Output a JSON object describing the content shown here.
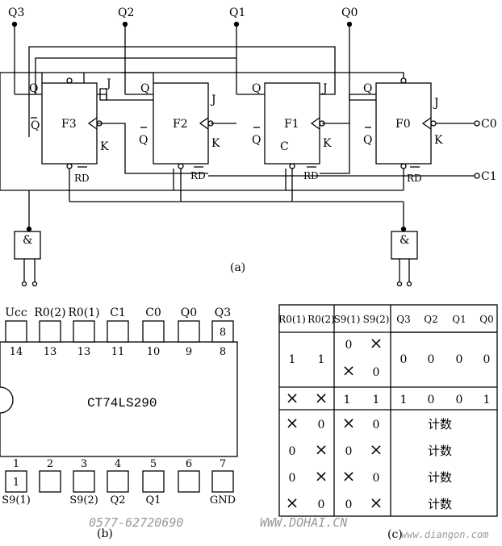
{
  "figure_a": {
    "caption": "(a)",
    "outputs": [
      "Q3",
      "Q2",
      "Q1",
      "Q0"
    ],
    "flipflops": [
      {
        "name": "F3",
        "q": "Q",
        "qbar": "Q",
        "j": "J",
        "k": "K",
        "rd": "RD"
      },
      {
        "name": "F2",
        "q": "Q",
        "qbar": "Q",
        "j": "J",
        "k": "K",
        "rd": "RD"
      },
      {
        "name": "F1",
        "q": "Q",
        "qbar": "Q",
        "j": "J",
        "k": "K",
        "rd": "RD",
        "c": "C"
      },
      {
        "name": "F0",
        "q": "Q",
        "qbar": "Q",
        "j": "J",
        "k": "K",
        "rd": "RD"
      }
    ],
    "clock_inputs": [
      "C0",
      "C1"
    ],
    "gate_label": "&"
  },
  "figure_b": {
    "caption": "(b)",
    "chip_name": "CT74LS290",
    "top_pins": [
      {
        "num": "14",
        "label": "Ucc"
      },
      {
        "num": "13",
        "label": "R0(2)"
      },
      {
        "num": "13",
        "label": "R0(1)"
      },
      {
        "num": "11",
        "label": "C1"
      },
      {
        "num": "10",
        "label": "C0"
      },
      {
        "num": "9",
        "label": "Q0"
      },
      {
        "num": "8",
        "label": "Q3",
        "box": "8"
      }
    ],
    "bottom_pins": [
      {
        "num": "1",
        "label": "S9(1)",
        "box": "1"
      },
      {
        "num": "2",
        "label": ""
      },
      {
        "num": "3",
        "label": "S9(2)"
      },
      {
        "num": "4",
        "label": "Q2"
      },
      {
        "num": "5",
        "label": "Q1"
      },
      {
        "num": "6",
        "label": ""
      },
      {
        "num": "7",
        "label": "GND"
      }
    ]
  },
  "table_c": {
    "caption": "(c)",
    "headers": [
      "R0(1)",
      "R0(2)",
      "S9(1)",
      "S9(2)",
      "Q3",
      "Q2",
      "Q1",
      "Q0"
    ],
    "reset_block": {
      "r01": "1",
      "r02": "1",
      "s_rows": [
        [
          "0",
          "×"
        ],
        [
          "×",
          "0"
        ]
      ],
      "q": [
        "0",
        "0",
        "0",
        "0"
      ]
    },
    "set_row": {
      "r": [
        "×",
        "×"
      ],
      "s": [
        "1",
        "1"
      ],
      "q": [
        "1",
        "0",
        "0",
        "1"
      ]
    },
    "count_rows": [
      {
        "r": [
          "×",
          "0"
        ],
        "s": [
          "×",
          "0"
        ],
        "mode": "计数"
      },
      {
        "r": [
          "0",
          "×"
        ],
        "s": [
          "0",
          "×"
        ],
        "mode": "计数"
      },
      {
        "r": [
          "0",
          "×"
        ],
        "s": [
          "×",
          "0"
        ],
        "mode": "计数"
      },
      {
        "r": [
          "×",
          "0"
        ],
        "s": [
          "0",
          "×"
        ],
        "mode": "计数"
      }
    ]
  },
  "watermarks": {
    "phone": "0577-62720690",
    "site1": "WWW.DOHAI.CN",
    "site2": "www.diangon.com"
  }
}
